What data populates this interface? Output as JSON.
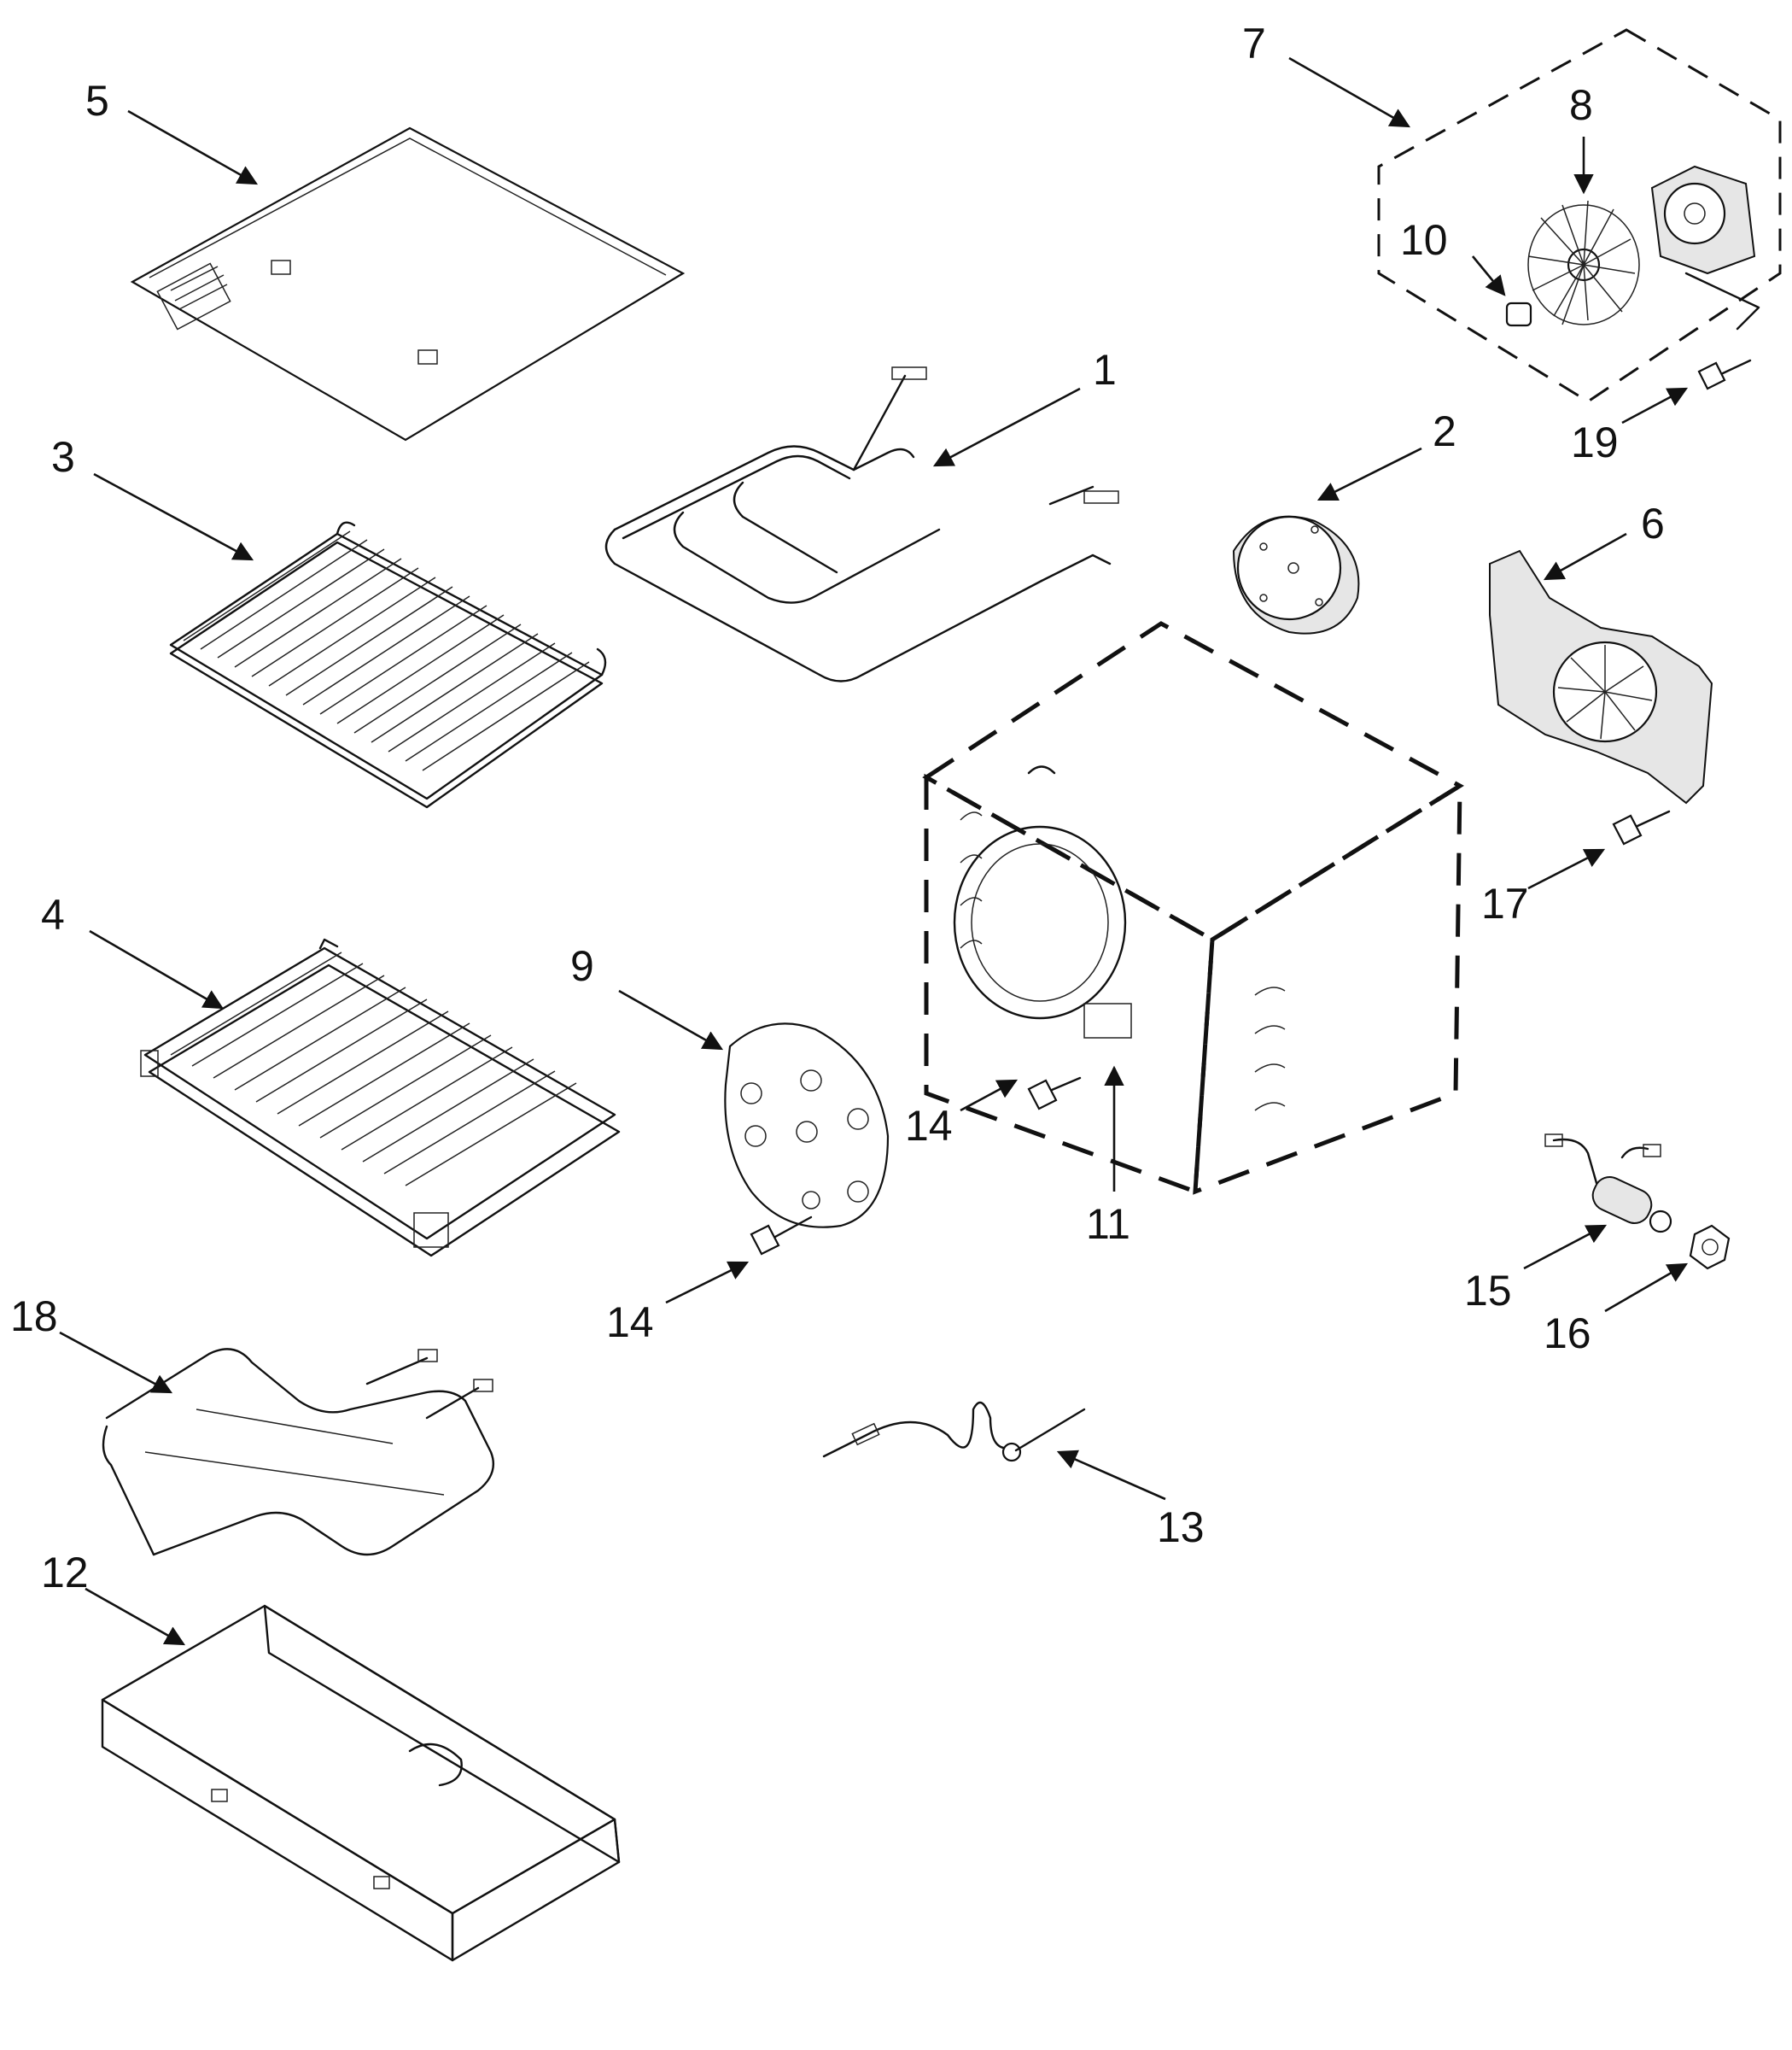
{
  "diagram": {
    "part_labels": [
      "1",
      "2",
      "3",
      "4",
      "5",
      "6",
      "7",
      "8",
      "9",
      "10",
      "11",
      "12",
      "13",
      "14",
      "14",
      "15",
      "16",
      "17",
      "18",
      "19"
    ]
  }
}
